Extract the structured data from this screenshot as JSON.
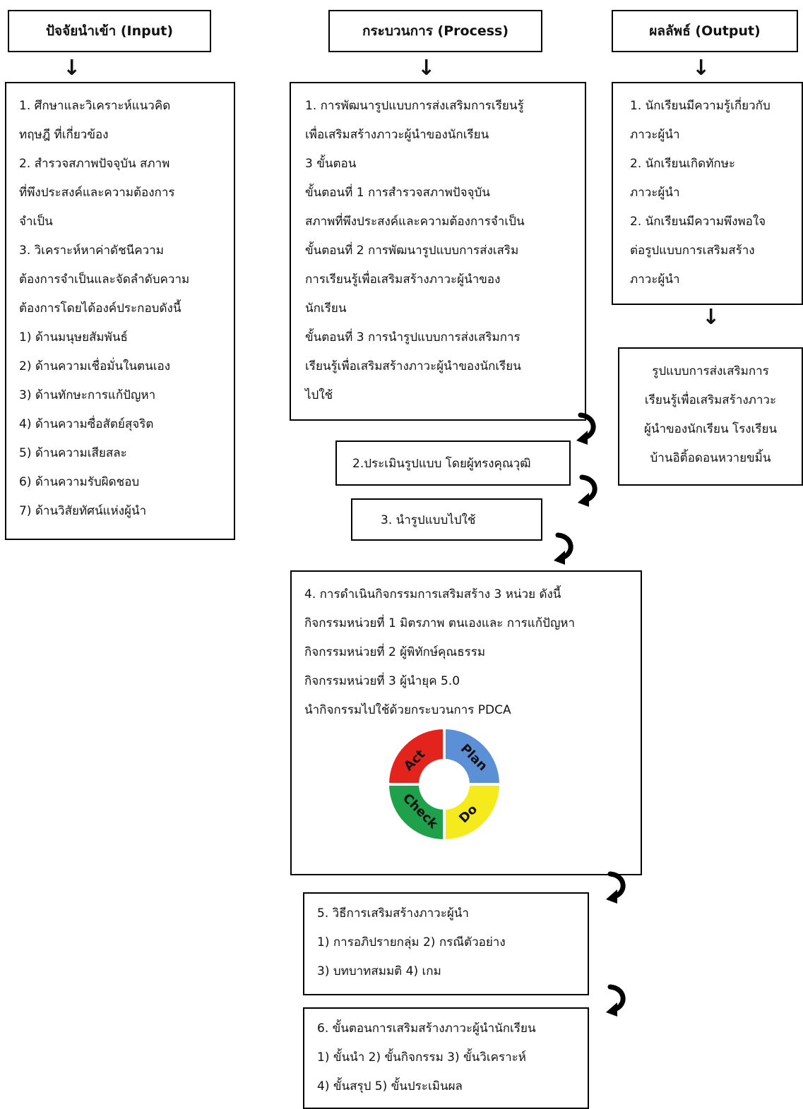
{
  "headers": {
    "input": "ปัจจัยนำเข้า (Input)",
    "process": "กระบวนการ (Process)",
    "output": "ผลลัพธ์ (Output)"
  },
  "input_box": {
    "lines": [
      "1. ศึกษาและวิเคราะห์แนวคิด",
      "ทฤษฎี ที่เกี่ยวข้อง",
      "2. สำรวจสภาพปัจจุบัน สภาพ",
      "ที่พึงประสงค์และความต้องการ",
      "จำเป็น",
      "3. วิเคราะห์หาค่าดัชนีความ",
      "ต้องการจำเป็นและจัดลำดับความ",
      "ต้องการโดยได้องค์ประกอบดังนี้",
      "1) ด้านมนุษยสัมพันธ์",
      "2) ด้านความเชื่อมั่นในตนเอง",
      "3) ด้านทักษะการแก้ปัญหา",
      "4) ด้านความซื่อสัตย์สุจริต",
      "5) ด้านความเสียสละ",
      "6) ด้านความรับผิดชอบ",
      "7) ด้านวิสัยทัศน์แห่งผู้นำ"
    ]
  },
  "process_box1": {
    "lines": [
      "1. การพัฒนารูปแบบการส่งเสริมการเรียนรู้",
      "เพื่อเสริมสร้างภาวะผู้นำของนักเรียน",
      "3 ขั้นตอน",
      "ขั้นตอนที่ 1  การสำรวจสภาพปัจจุบัน",
      "สภาพที่พึงประสงค์และความต้องการจำเป็น",
      "ขั้นตอนที่ 2 การพัฒนารูปแบบการส่งเสริม",
      "การเรียนรู้เพื่อเสริมสร้างภาวะผู้นำของ",
      "นักเรียน",
      "ขั้นตอนที่ 3 การนำรูปแบบการส่งเสริมการ",
      "เรียนรู้เพื่อเสริมสร้างภาวะผู้นำของนักเรียน",
      "ไปใช้"
    ]
  },
  "process_box2": {
    "text": "2.ประเมินรูปแบบ โดยผู้ทรงคุณวุฒิ"
  },
  "process_box3": {
    "text": "3. นำรูปแบบไปใช้"
  },
  "process_box4": {
    "lines": [
      "4. การดำเนินกิจกรรมการเสริมสร้าง 3 หน่วย ดังนี้",
      "กิจกรรมหน่วยที่ 1 มิตรภาพ ตนเองและ การแก้ปัญหา",
      "กิจกรรมหน่วยที่ 2 ผู้พิทักษ์คุณธรรม",
      "กิจกรรมหน่วยที่ 3 ผู้นำยุค 5.0",
      "นำกิจกรรมไปใช้ด้วยกระบวนการ PDCA"
    ]
  },
  "pdca": {
    "segments": [
      {
        "label": "Plan",
        "color": "#5b8fd6"
      },
      {
        "label": "Do",
        "color": "#f5ea1c"
      },
      {
        "label": "Check",
        "color": "#1ea14a"
      },
      {
        "label": "Act",
        "color": "#e3241d"
      }
    ]
  },
  "process_box5": {
    "lines": [
      "5. วิธีการเสริมสร้างภาวะผู้นำ",
      "1) การอภิปรายกลุ่ม 2) กรณีตัวอย่าง",
      "3) บทบาทสมมติ    4) เกม"
    ]
  },
  "process_box6": {
    "lines": [
      "6. ขั้นตอนการเสริมสร้างภาวะผู้นำนักเรียน",
      "1) ขั้นนำ   2) ขั้นกิจกรรม  3) ขั้นวิเคราะห์",
      "4) ขั้นสรุป 5) ขั้นประเมินผล"
    ]
  },
  "output_box1": {
    "lines": [
      "1. นักเรียนมีความรู้เกี่ยวกับ",
      "ภาวะผู้นำ",
      "2. นักเรียนเกิดทักษะ",
      "ภาวะผู้นำ",
      "2. นักเรียนมีความพึงพอใจ",
      "ต่อรูปแบบการเสริมสร้าง",
      "ภาวะผู้นำ"
    ]
  },
  "output_box2": {
    "lines": [
      "รูปแบบการส่งเสริมการ",
      "เรียนรู้เพื่อเสริมสร้างภาวะ",
      "ผู้นำของนักเรียน โรงเรียน",
      "บ้านอิติ้อดอนหวายขมิ้น"
    ]
  },
  "arrow_glyph": "⮟"
}
